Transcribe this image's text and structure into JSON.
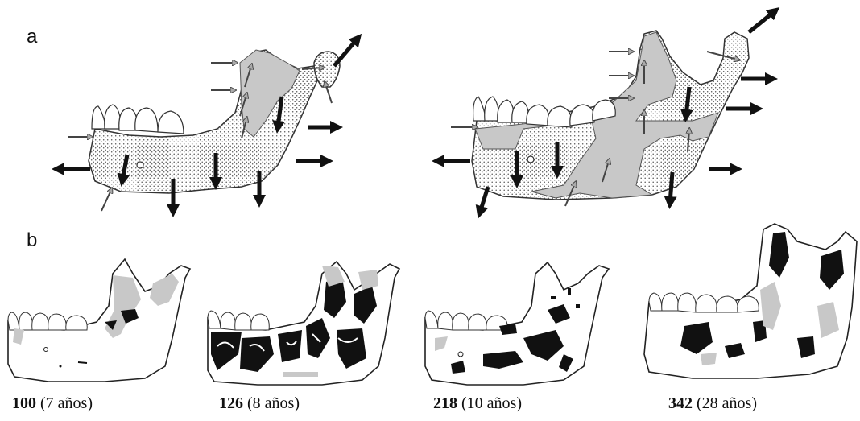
{
  "panels": {
    "a": {
      "label": "a"
    },
    "b": {
      "label": "b"
    }
  },
  "specimens": [
    {
      "id": "100",
      "age": "(7 años)"
    },
    {
      "id": "126",
      "age": "(8 años)"
    },
    {
      "id": "218",
      "age": "(10 años)"
    },
    {
      "id": "342",
      "age": "(28 años)"
    }
  ],
  "colors": {
    "formation_gray": "#c8c8c8",
    "resorption_black": "#111111",
    "outline": "#333333",
    "stipple": "#555555"
  }
}
